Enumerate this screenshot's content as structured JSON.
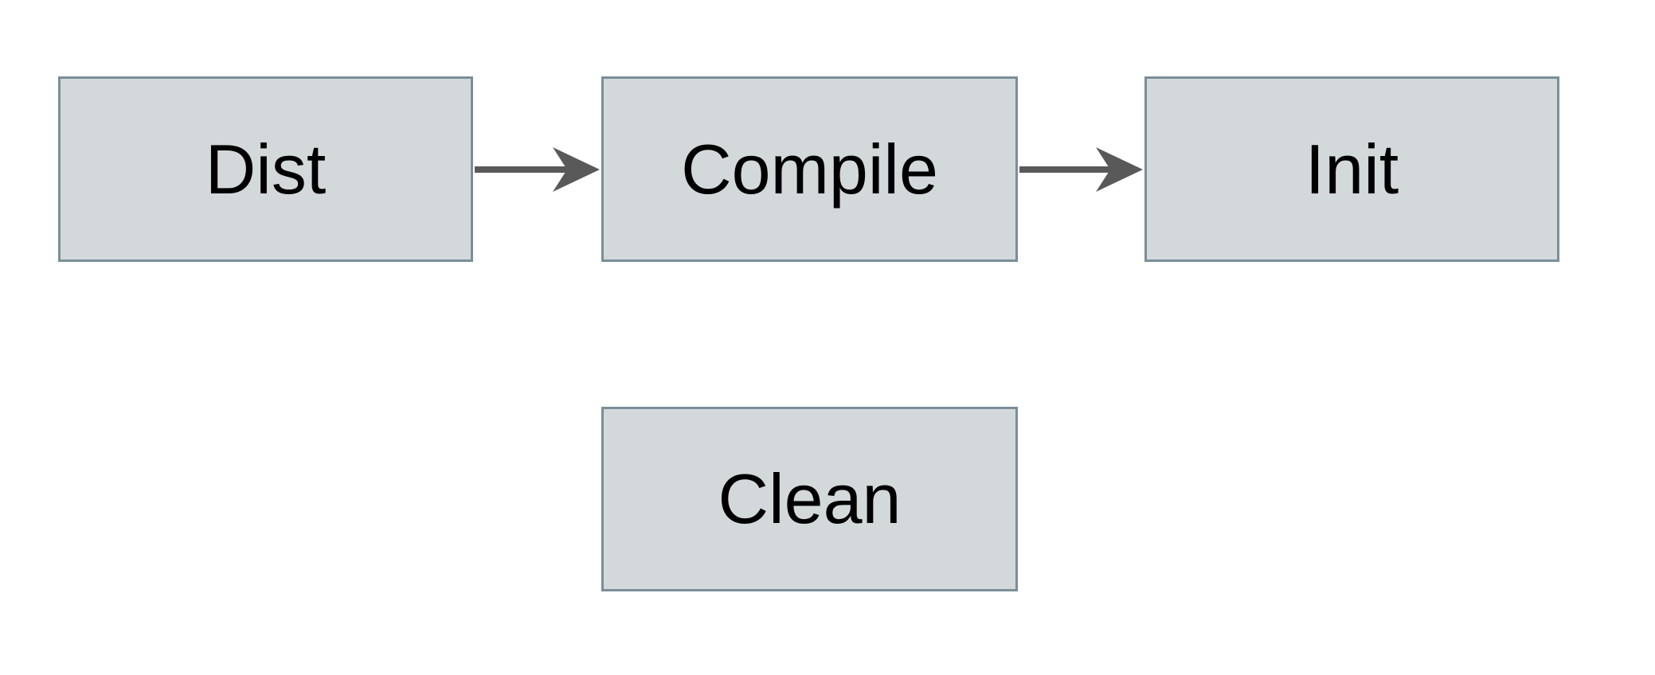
{
  "diagram": {
    "type": "flowchart",
    "background_color": "#ffffff",
    "node_fill_color": "#d3d9db",
    "node_border_color": "#7a8e98",
    "node_text_color": "#000000",
    "arrow_color": "#595959",
    "nodes": {
      "dist": {
        "label": "Dist"
      },
      "compile": {
        "label": "Compile"
      },
      "init": {
        "label": "Init"
      },
      "clean": {
        "label": "Clean"
      }
    },
    "edges": [
      {
        "from": "Dist",
        "to": "Compile",
        "direction": "right"
      },
      {
        "from": "Compile",
        "to": "Init",
        "direction": "right"
      }
    ]
  }
}
